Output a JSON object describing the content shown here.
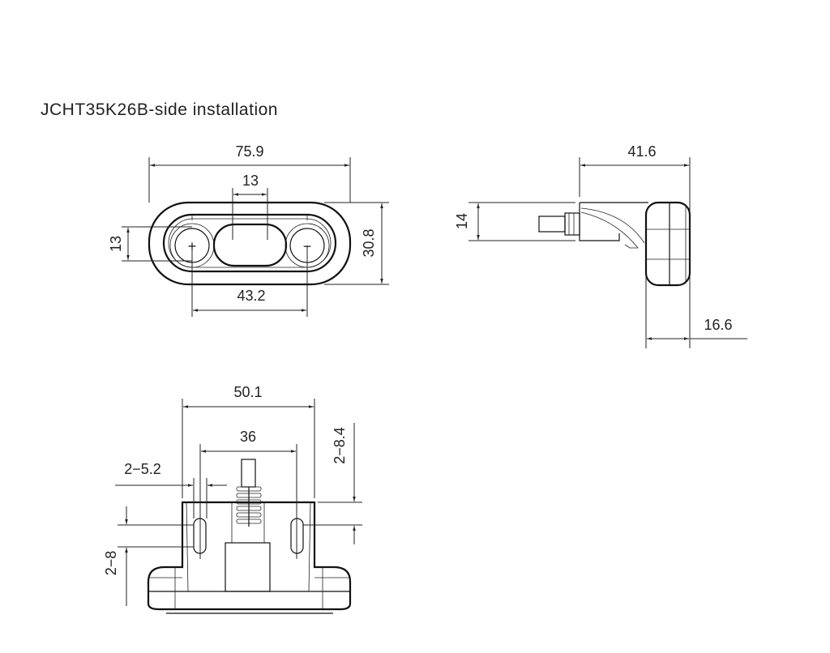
{
  "title": "JCHT35K26B-side installation",
  "front_view": {
    "width": "75.9",
    "slot_width": "13",
    "slot_height": "13",
    "height": "30.8",
    "terminal_spacing": "43.2",
    "plus_symbol": "+",
    "minus_symbol": "−"
  },
  "side_view": {
    "depth": "41.6",
    "connector_height": "14",
    "cap_depth": "16.6"
  },
  "bottom_view": {
    "width": "50.1",
    "hole_spacing": "36",
    "hole_width": "2−5.2",
    "hole_offset": "2−8.4",
    "hole_height": "2−8"
  }
}
